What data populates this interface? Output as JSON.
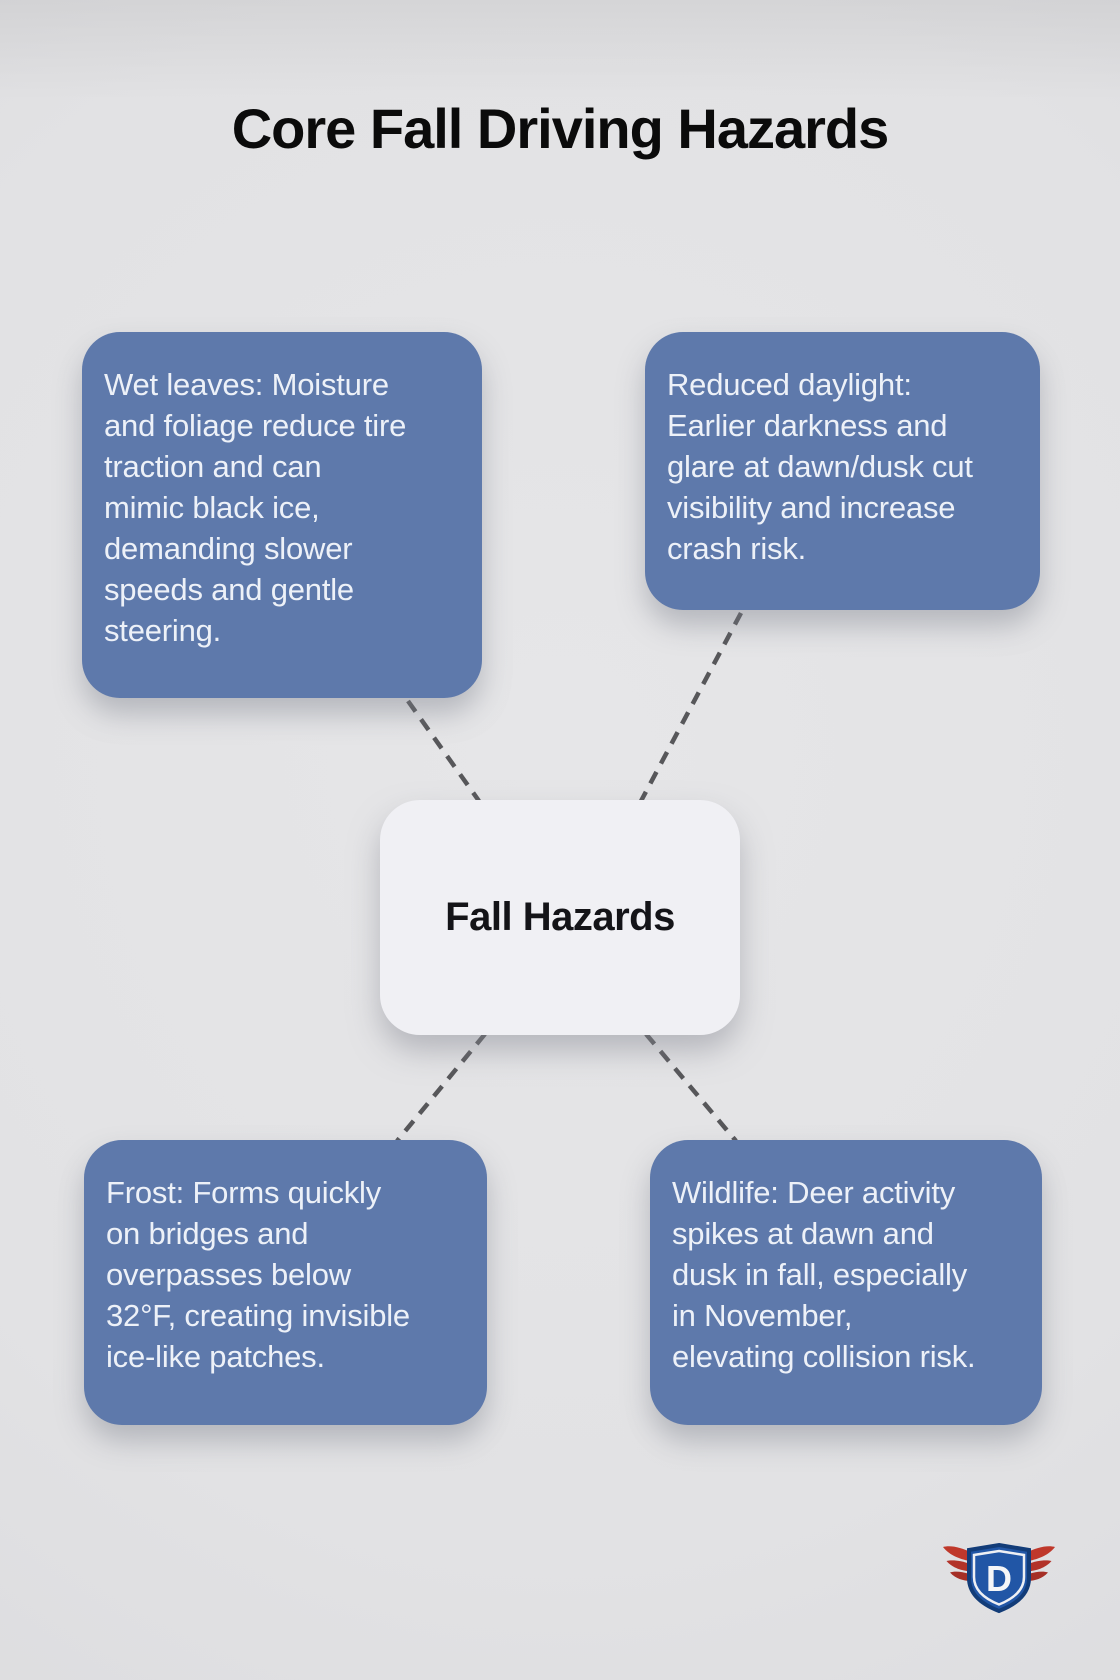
{
  "title": "Core Fall Driving Hazards",
  "center_node": {
    "label": "Fall Hazards"
  },
  "hazards": {
    "wet_leaves": "Wet leaves: Moisture\nand foliage reduce tire\ntraction and can\nmimic black ice,\ndemanding slower\nspeeds and gentle\nsteering.",
    "reduced_daylight": "Reduced daylight:\nEarlier darkness and\nglare at dawn/dusk cut\nvisibility and increase\ncrash risk.",
    "frost": "Frost: Forms quickly\non bridges and\noverpasses below\n32°F, creating invisible\nice-like patches.",
    "wildlife": "Wildlife: Deer activity\nspikes at dawn and\ndusk in fall, especially\nin November,\nelevating collision risk."
  },
  "logo": {
    "letter": "D"
  },
  "colors": {
    "background": "#e2e2e4",
    "card": "#5e79ab",
    "card_text": "#edf1f8",
    "center_card": "#f0f0f4",
    "center_text": "#141418",
    "title_text": "#0b0b0b",
    "connector": "#57575a",
    "logo_shield": "#2156a6",
    "logo_wings": "#bf382b"
  }
}
